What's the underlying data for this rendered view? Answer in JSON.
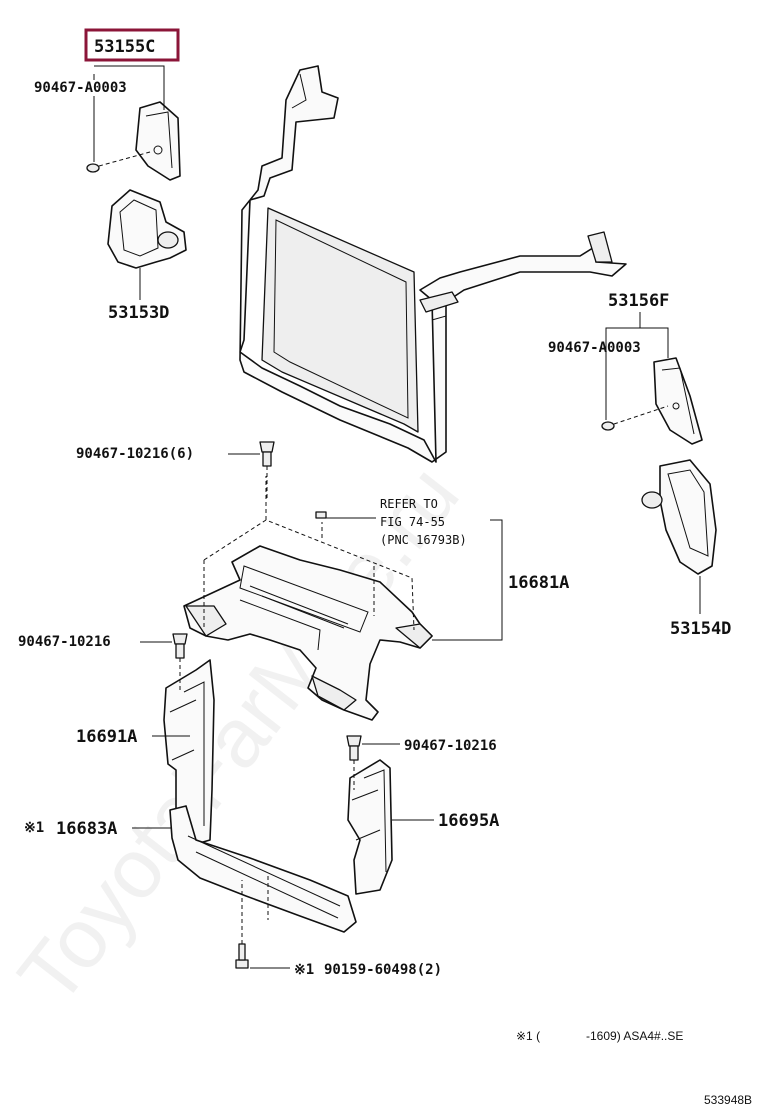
{
  "labels": {
    "highlighted": "53155C",
    "clip_upper_left": "90467-A0003",
    "bracket_left": "53153D",
    "seal_right": "53156F",
    "clip_upper_right": "90467-A0003",
    "bracket_right": "53154D",
    "clip_support": "90467-10216(6)",
    "refer_1": "REFER TO",
    "refer_2": "FIG 74-55",
    "refer_3": "(PNC 16793B)",
    "support_upper": "16681A",
    "clip_left_side": "90467-10216",
    "side_left": "16691A",
    "clip_right_side": "90467-10216",
    "side_right": "16695A",
    "lower_marker": "※1",
    "support_lower": "16683A",
    "bolt_marker": "※1",
    "bolt_lower": "90159-60498(2)"
  },
  "footnote": {
    "marker": "※1 (",
    "text": "-1609) ASA4#..SE"
  },
  "diagram_id": "533948B",
  "watermark": "ToyotaFarMine.ru",
  "colors": {
    "highlight": "#8b1538",
    "ink": "#111111"
  }
}
